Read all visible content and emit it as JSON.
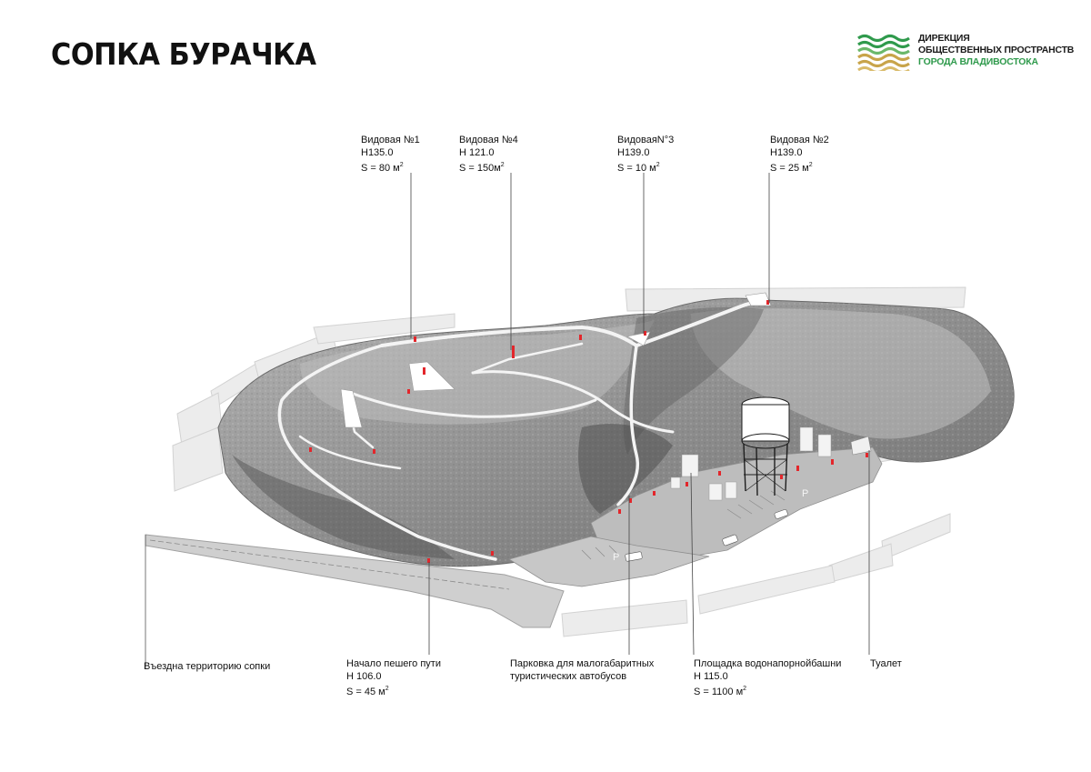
{
  "title": "СОПКА БУРАЧКА",
  "logo": {
    "lines": [
      "ДИРЕКЦИЯ",
      "ОБЩЕСТВЕННЫХ ПРОСТРАНСТВ",
      "ГОРОДА ВЛАДИВОСТОКА"
    ],
    "colors": {
      "green": "#2f9a4c",
      "gold": "#c8a44a",
      "text_dark": "#1b1b1b",
      "text_green": "#2f9a4c"
    }
  },
  "accent_color": "#e3262b",
  "callouts": {
    "view1": {
      "name": "Видовая №1",
      "height": "Н135.0",
      "area_prefix": "S = 80 м",
      "area_sup": "2"
    },
    "view4": {
      "name": "Видовая №4",
      "height": "Н 121.0",
      "area_prefix": "S = 150м",
      "area_sup": "2"
    },
    "view3": {
      "name": "ВидоваяN°3",
      "height": "Н139.0",
      "area_prefix": "S = 10 м",
      "area_sup": "2"
    },
    "view2": {
      "name": "Видовая №2",
      "height": "Н139.0",
      "area_prefix": "S = 25 м",
      "area_sup": "2"
    },
    "entry": {
      "name": "Въездна территорию сопки"
    },
    "trail": {
      "name": "Начало пешего пути",
      "height": "Н 106.0",
      "area_prefix": "S = 45 м",
      "area_sup": "2"
    },
    "parking": {
      "line1": "Парковка для малогабаритных",
      "line2": "туристических автобусов"
    },
    "tower": {
      "name": "Площадка водонапорнойбашни",
      "height": "Н 115.0",
      "area_prefix": "S = 1100 м",
      "area_sup": "2"
    },
    "toilet": {
      "name": "Туалет"
    }
  },
  "parking_marks": [
    "P",
    "P"
  ]
}
